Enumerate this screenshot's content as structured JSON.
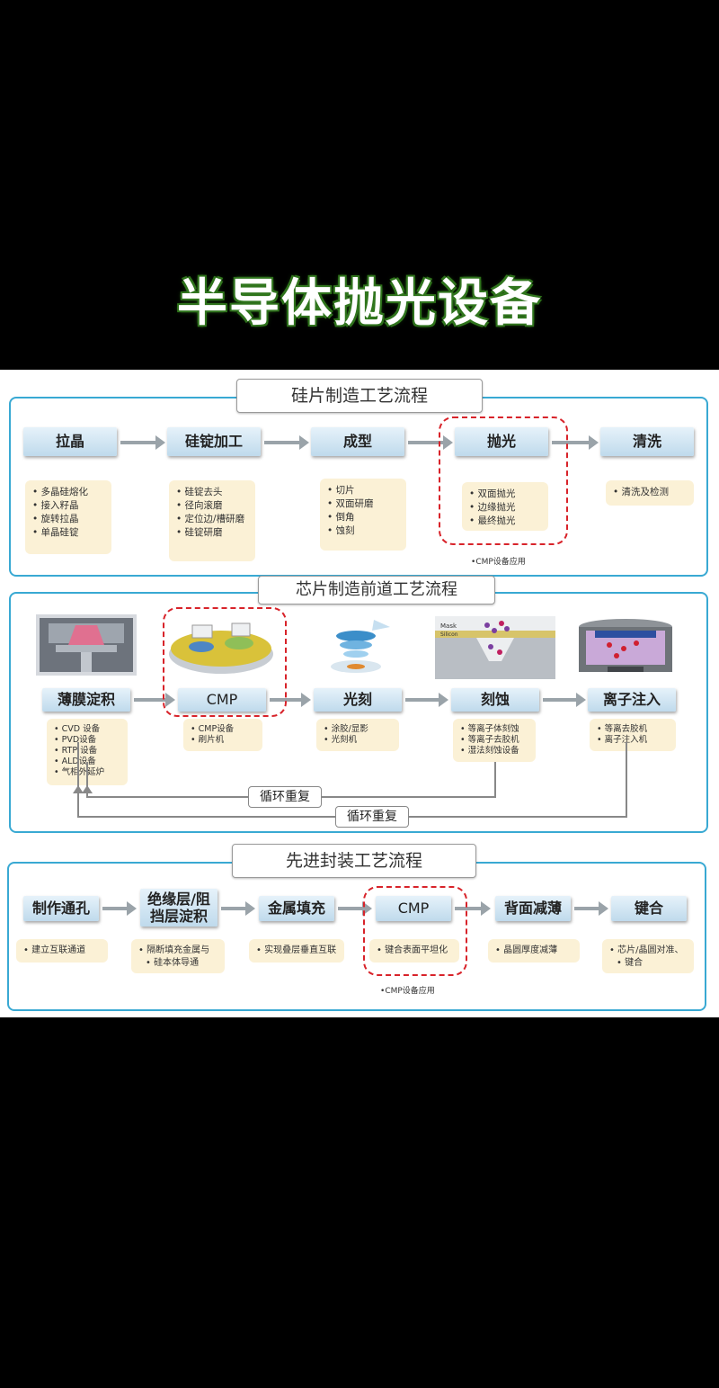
{
  "headline": "半导体抛光设备",
  "wafer": {
    "title": "硅片制造工艺流程",
    "steps": [
      {
        "label": "拉晶",
        "items": [
          "多晶硅熔化",
          "接入籽晶",
          "旋转拉晶",
          "单晶硅锭"
        ]
      },
      {
        "label": "硅锭加工",
        "items": [
          "硅锭去头",
          "径向滚磨",
          "定位边/槽研磨",
          "硅锭研磨"
        ]
      },
      {
        "label": "成型",
        "items": [
          "切片",
          "双面研磨",
          "倒角",
          "蚀刻"
        ]
      },
      {
        "label": "抛光",
        "items": [
          "双面抛光",
          "边缘抛光",
          "最终抛光"
        ]
      },
      {
        "label": "清洗",
        "items": [
          "清洗及检测"
        ]
      }
    ],
    "note": "CMP设备应用"
  },
  "frontend": {
    "title": "芯片制造前道工艺流程",
    "steps": [
      {
        "label": "薄膜淀积",
        "items": [
          "CVD 设备",
          "PVD设备",
          "RTP 设备",
          "ALD设备",
          "气相外延炉"
        ]
      },
      {
        "label": "CMP",
        "items": [
          "CMP设备",
          "刷片机"
        ]
      },
      {
        "label": "光刻",
        "items": [
          "涂胶/显影",
          "光刻机"
        ]
      },
      {
        "label": "刻蚀",
        "items": [
          "等离子体刻蚀",
          "等离子去胶机",
          "湿法刻蚀设备"
        ]
      },
      {
        "label": "离子注入",
        "items": [
          "等离去胶机",
          "离子注入机"
        ]
      }
    ],
    "loop_inner": "循环重复",
    "loop_outer": "循环重复",
    "etch_mask_label": "Mask",
    "etch_silicon_label": "Silicon"
  },
  "packaging": {
    "title": "先进封装工艺流程",
    "steps": [
      {
        "label": "制作通孔",
        "items": [
          "建立互联通道"
        ]
      },
      {
        "label_line1": "绝缘层/阻",
        "label_line2": "挡层淀积",
        "items": [
          "隔断填充金属与",
          "硅本体导通"
        ]
      },
      {
        "label": "金属填充",
        "items": [
          "实现叠层垂直互联"
        ]
      },
      {
        "label": "CMP",
        "items": [
          "键合表面平坦化"
        ]
      },
      {
        "label": "背面减薄",
        "items": [
          "晶圆厚度减薄"
        ]
      },
      {
        "label": "键合",
        "items": [
          "芯片/晶圆对准、",
          "键合"
        ]
      }
    ],
    "note": "CMP设备应用"
  },
  "colors": {
    "accent": "#39a9d3",
    "highlight": "#d8232a",
    "list_bg": "#fbf1d6",
    "headline_glow": "#3b8a26"
  }
}
